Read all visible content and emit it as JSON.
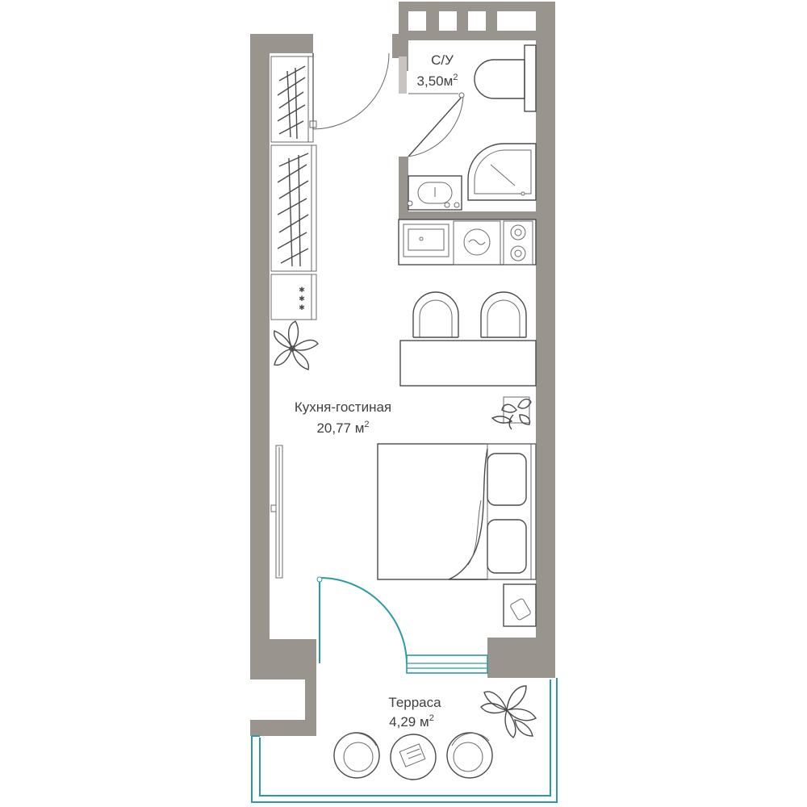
{
  "rooms": {
    "bathroom": {
      "name": "С/У",
      "area_value": "3,50",
      "area_unit": "м",
      "area_sup": "2"
    },
    "living": {
      "name": "Кухня-гостиная",
      "area_value": "20,77",
      "area_unit": " м",
      "area_sup": "2"
    },
    "terrace": {
      "name": "Терраса",
      "area_value": "4,29",
      "area_unit": " м",
      "area_sup": "2"
    }
  },
  "colors": {
    "wall": "#9a948f",
    "terrace_accent": "#2a9aa6",
    "line": "#4a4a4a",
    "text": "#3f3f3f",
    "background": "#ffffff"
  },
  "icons": [
    "door-swing-icon",
    "window-icon",
    "toilet-icon",
    "shower-icon",
    "sink-icon",
    "washer-icon",
    "stove-icon",
    "chair-icon",
    "plant-icon",
    "bed-icon",
    "pillow-icon",
    "tv-icon",
    "wardrobe-icon",
    "nightstand-icon",
    "round-chair-icon",
    "round-table-icon"
  ]
}
